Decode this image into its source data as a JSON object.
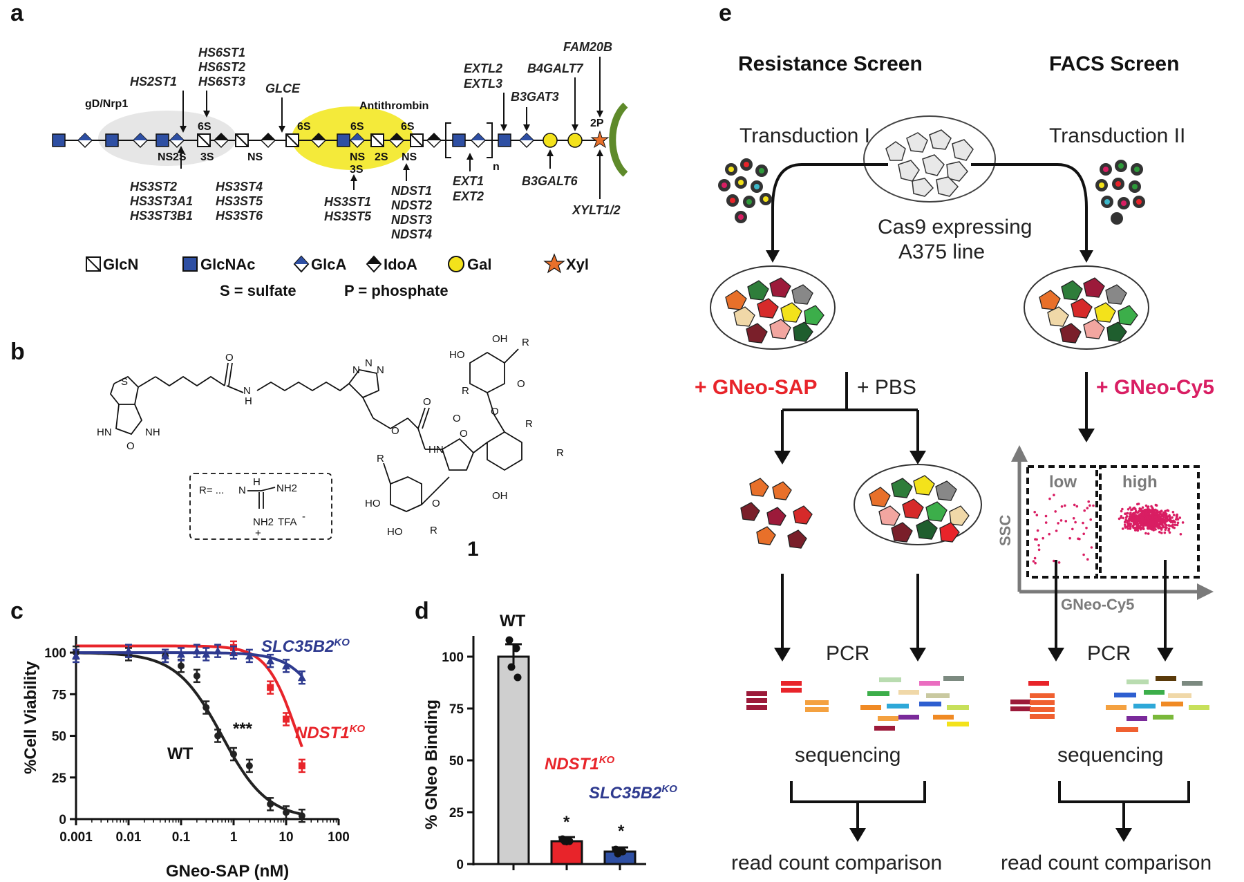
{
  "panel_labels": {
    "a": "a",
    "b": "b",
    "c": "c",
    "d": "d",
    "e": "e"
  },
  "panel_a": {
    "region_labels": {
      "gd_nrp1": "gD/Nrp1",
      "antithrombin": "Antithrombin"
    },
    "genes_top": {
      "hs2st1": "HS2ST1",
      "hs6st1": "HS6ST1",
      "hs6st2": "HS6ST2",
      "hs6st3": "HS6ST3",
      "glce": "GLCE",
      "extl2": "EXTL2",
      "extl3": "EXTL3",
      "b3gat3": "B3GAT3",
      "b4galt7": "B4GALT7",
      "fam20b": "FAM20B"
    },
    "genes_bottom": {
      "hs3st2": "HS3ST2",
      "hs3st3a1": "HS3ST3A1",
      "hs3st3b1": "HS3ST3B1",
      "hs3st4": "HS3ST4",
      "hs3st5": "HS3ST5",
      "hs3st6": "HS3ST6",
      "hs3st1": "HS3ST1",
      "hs3st5b": "HS3ST5",
      "ndst1": "NDST1",
      "ndst2": "NDST2",
      "ndst3": "NDST3",
      "ndst4": "NDST4",
      "ext1": "EXT1",
      "ext2": "EXT2",
      "b3galt6": "B3GALT6",
      "xylt": "XYLT1/2"
    },
    "mods": {
      "s6a": "6S",
      "ns1": "NS",
      "s2a": "2S",
      "s3a": "3S",
      "ns2": "NS",
      "s6b": "6S",
      "s6c": "6S",
      "ns3": "NS",
      "s3b": "3S",
      "s2b": "2S",
      "s6d": "6S",
      "ns4": "NS",
      "p2": "2P",
      "n": "n"
    },
    "legend": {
      "glcn": "GlcN",
      "glcnac": "GlcNAc",
      "glca": "GlcA",
      "idoa": "IdoA",
      "gal": "Gal",
      "xyl": "Xyl",
      "sulfate": "S = sulfate",
      "phosphate": "P = phosphate"
    },
    "colors": {
      "glcnac": "#2e4fa3",
      "gal": "#f3e21b",
      "xyl": "#e8702a",
      "membrane": "#5e8a2a",
      "gd_region": "#e6e6e6",
      "at_region": "#f4ea3a"
    }
  },
  "panel_b": {
    "compound_number": "1",
    "atoms": {
      "S": "S",
      "N": "N",
      "H": "H",
      "O": "O",
      "HN": "HN",
      "NH": "NH",
      "OH": "OH",
      "HO": "HO",
      "R": "R",
      "NH2": "NH2",
      "TFA": "TFA"
    },
    "r_def": "R= ...",
    "charges": {
      "plus": "+",
      "minus": "-"
    }
  },
  "panel_c": {
    "annotation_sig": "***",
    "series_labels": {
      "wt": "WT",
      "ndst1": "NDST1",
      "slc": "SLC35B2",
      "ko": "KO"
    }
  },
  "panel_d": {
    "bar_labels": {
      "wt": "WT",
      "ndst1": "NDST1",
      "slc": "SLC35B2",
      "ko": "KO"
    },
    "sig": "*"
  },
  "panel_e": {
    "resistance_title": "Resistance Screen",
    "facs_title": "FACS Screen",
    "transduction1": "Transduction I",
    "transduction2": "Transduction II",
    "cas9_line1": "Cas9 expressing",
    "cas9_line2": "A375 line",
    "gneo_sap": "+ GNeo-SAP",
    "pbs": "+ PBS",
    "gneo_cy5": "+ GNeo-Cy5",
    "gate_low": "low",
    "gate_high": "high",
    "ssc": "SSC",
    "cy5_axis": "GNeo-Cy5",
    "pcr": "PCR",
    "sequencing": "sequencing",
    "read_count": "read count comparison",
    "colors": {
      "red": "#e8242a",
      "magenta": "#d91e63",
      "grey": "#7a7a7a"
    }
  },
  "chart_data": [
    {
      "type": "scatter",
      "panel": "c",
      "xlabel": "GNeo-SAP (nM)",
      "ylabel": "%Cell Viability",
      "xscale": "log",
      "xlim": [
        0.001,
        100
      ],
      "ylim": [
        0,
        110
      ],
      "x_ticks": [
        "0.001",
        "0.01",
        "0.1",
        "1",
        "10",
        "100"
      ],
      "y_ticks": [
        "0",
        "25",
        "50",
        "75",
        "100"
      ],
      "series": [
        {
          "name": "WT",
          "color": "#222222",
          "x": [
            0.001,
            0.01,
            0.05,
            0.1,
            0.2,
            0.3,
            0.5,
            1,
            2,
            5,
            10,
            20
          ],
          "y": [
            100,
            99,
            98,
            92,
            86,
            67,
            50,
            39,
            32,
            9,
            4,
            2
          ]
        },
        {
          "name": "NDST1KO",
          "color": "#e8242a",
          "x": [
            1,
            5,
            10,
            20
          ],
          "y": [
            103,
            79,
            60,
            32
          ]
        },
        {
          "name": "SLC35B2KO",
          "color": "#2e3a8f",
          "x": [
            0.001,
            0.01,
            0.05,
            0.1,
            0.2,
            0.3,
            0.5,
            1,
            2,
            5,
            10,
            20
          ],
          "y": [
            98,
            101,
            98,
            99,
            101,
            99,
            101,
            100,
            98,
            95,
            92,
            85
          ]
        }
      ]
    },
    {
      "type": "bar",
      "panel": "d",
      "ylabel": "% GNeo Binding",
      "ylim": [
        0,
        110
      ],
      "y_ticks": [
        "0",
        "25",
        "50",
        "75",
        "100"
      ],
      "categories": [
        "WT",
        "NDST1KO",
        "SLC35B2KO"
      ],
      "values": [
        100,
        11,
        6
      ],
      "errors": [
        6,
        2,
        2
      ],
      "colors": [
        "#cfcfcf",
        "#e8242a",
        "#2e4fa3"
      ],
      "points": [
        [
          108,
          104,
          95,
          90
        ],
        [
          12,
          11,
          11
        ],
        [
          7,
          6,
          5
        ]
      ]
    }
  ]
}
